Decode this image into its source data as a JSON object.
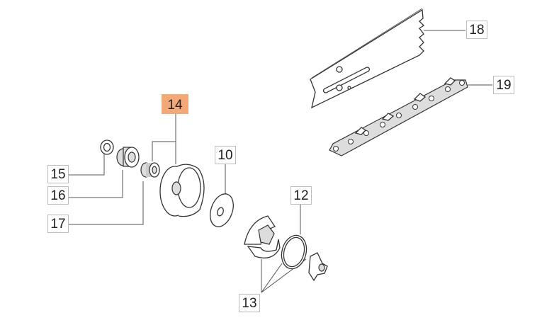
{
  "diagram": {
    "highlight_color": "#f3a878",
    "callouts": [
      {
        "id": "14",
        "label": "14",
        "highlighted": true
      },
      {
        "id": "15",
        "label": "15"
      },
      {
        "id": "16",
        "label": "16"
      },
      {
        "id": "17",
        "label": "17"
      },
      {
        "id": "10",
        "label": "10"
      },
      {
        "id": "12",
        "label": "12"
      },
      {
        "id": "13",
        "label": "13"
      },
      {
        "id": "18",
        "label": "18"
      },
      {
        "id": "19",
        "label": "19"
      }
    ]
  }
}
